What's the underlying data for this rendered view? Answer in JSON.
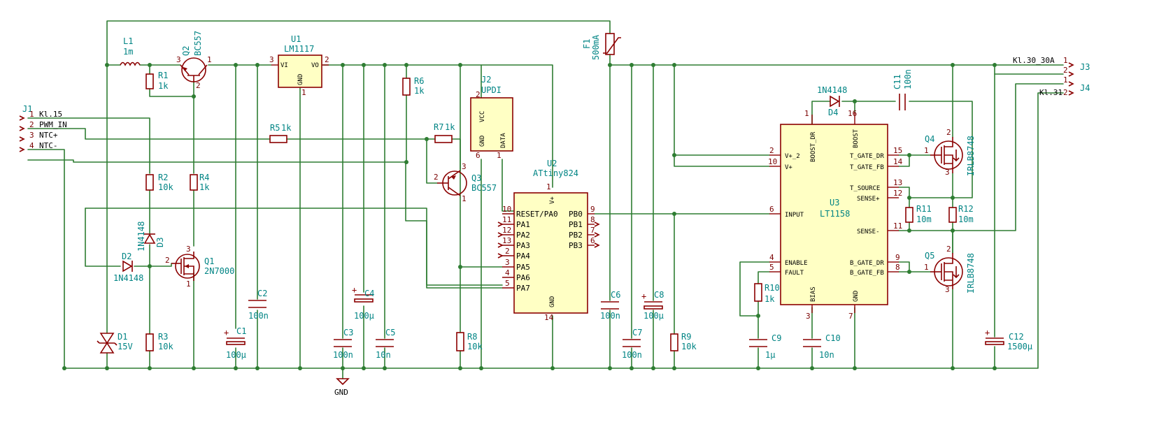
{
  "components": {
    "J1": {
      "ref": "J1",
      "pins": [
        "1",
        "2",
        "3",
        "4"
      ],
      "labels": [
        "Kl.15",
        "PWM_IN",
        "NTC+",
        "NTC-"
      ]
    },
    "L1": {
      "ref": "L1",
      "value": "1m"
    },
    "Q2": {
      "ref": "Q2",
      "value": "BC557",
      "pins": [
        "3",
        "1",
        "2"
      ]
    },
    "U1": {
      "ref": "U1",
      "value": "LM1117",
      "pins": [
        "3",
        "2",
        "1"
      ],
      "labels": [
        "VI",
        "VO",
        "GND"
      ]
    },
    "F1": {
      "ref": "F1",
      "value": "500mA"
    },
    "J2": {
      "ref": "J2",
      "value": "UPDI",
      "pins": [
        "2",
        "6",
        "1"
      ],
      "labels": [
        "VCC",
        "GND",
        "DATA"
      ]
    },
    "U2": {
      "ref": "U2",
      "value": "ATtiny824",
      "pins_left": [
        "10",
        "11",
        "12",
        "13",
        "2",
        "3",
        "4",
        "5"
      ],
      "labels_left": [
        "RESET/PA0",
        "PA1",
        "PA2",
        "PA3",
        "PA4",
        "PA5",
        "PA6",
        "PA7"
      ],
      "pins_right": [
        "9",
        "8",
        "7",
        "6"
      ],
      "labels_right": [
        "PB0",
        "PB1",
        "PB2",
        "PB3"
      ],
      "pin_top": "1",
      "label_top": "V+",
      "pin_bottom": "14",
      "label_bottom": "GND"
    },
    "U3": {
      "ref": "U3",
      "value": "LT1158",
      "pins_left": [
        "2",
        "10",
        "6",
        "4",
        "5"
      ],
      "labels_left": [
        "V+_2",
        "V+",
        "INPUT",
        "ENABLE",
        "FAULT"
      ],
      "pins_right": [
        "15",
        "14",
        "13",
        "12",
        "11",
        "9",
        "8"
      ],
      "labels_right": [
        "T_GATE_DR",
        "T_GATE_FB",
        "T_SOURCE",
        "SENSE+",
        "SENSE-",
        "B_GATE_DR",
        "B_GATE_FB"
      ],
      "pins_top": [
        "1",
        "16"
      ],
      "labels_top": [
        "BOOST_DR",
        "BOOST"
      ],
      "pins_bottom": [
        "3",
        "7"
      ],
      "labels_bottom": [
        "BIAS",
        "GND"
      ]
    },
    "R1": {
      "ref": "R1",
      "value": "1k"
    },
    "R2": {
      "ref": "R2",
      "value": "10k"
    },
    "R3": {
      "ref": "R3",
      "value": "10k"
    },
    "R4": {
      "ref": "R4",
      "value": "1k"
    },
    "R5": {
      "ref": "R5",
      "value": "1k"
    },
    "R6": {
      "ref": "R6",
      "value": "1k"
    },
    "R7": {
      "ref": "R7",
      "value": "1k"
    },
    "R8": {
      "ref": "R8",
      "value": "10k"
    },
    "R9": {
      "ref": "R9",
      "value": "10k"
    },
    "R10": {
      "ref": "R10",
      "value": "1k"
    },
    "R11": {
      "ref": "R11",
      "value": "10m"
    },
    "R12": {
      "ref": "R12",
      "value": "10m"
    },
    "C1": {
      "ref": "C1",
      "value": "100µ"
    },
    "C2": {
      "ref": "C2",
      "value": "100n"
    },
    "C3": {
      "ref": "C3",
      "value": "100n"
    },
    "C4": {
      "ref": "C4",
      "value": "100µ"
    },
    "C5": {
      "ref": "C5",
      "value": "10n"
    },
    "C6": {
      "ref": "C6",
      "value": "100n"
    },
    "C7": {
      "ref": "C7",
      "value": "100n"
    },
    "C8": {
      "ref": "C8",
      "value": "100µ"
    },
    "C9": {
      "ref": "C9",
      "value": "1µ"
    },
    "C10": {
      "ref": "C10",
      "value": "10n"
    },
    "C11": {
      "ref": "C11",
      "value": "100n"
    },
    "C12": {
      "ref": "C12",
      "value": "1500µ"
    },
    "D1": {
      "ref": "D1",
      "value": "15V"
    },
    "D2": {
      "ref": "D2",
      "value": "1N4148"
    },
    "D3": {
      "ref": "D3",
      "value": "1N4148"
    },
    "D4": {
      "ref": "D4",
      "value": "1N4148"
    },
    "Q1": {
      "ref": "Q1",
      "value": "2N7000",
      "pins": [
        "2",
        "3",
        "1"
      ]
    },
    "Q3": {
      "ref": "Q3",
      "value": "BC557",
      "pins": [
        "2",
        "3",
        "1"
      ]
    },
    "Q4": {
      "ref": "Q4",
      "value": "IRLB8748",
      "pins": [
        "1",
        "2",
        "3"
      ]
    },
    "Q5": {
      "ref": "Q5",
      "value": "IRLB8748",
      "pins": [
        "1",
        "2",
        "3"
      ]
    },
    "J3": {
      "ref": "J3",
      "pins": [
        "1",
        "2"
      ],
      "label": "Kl.30_30A"
    },
    "J4": {
      "ref": "J4",
      "pins": [
        "1",
        "2"
      ],
      "label": "Kl.31"
    }
  },
  "power": {
    "gnd": "GND"
  },
  "colors": {
    "wire": "#2e7d32",
    "symbol": "#8b0000",
    "body": "#ffffc4",
    "text": "#008484",
    "pin_number": "#7a0000"
  }
}
